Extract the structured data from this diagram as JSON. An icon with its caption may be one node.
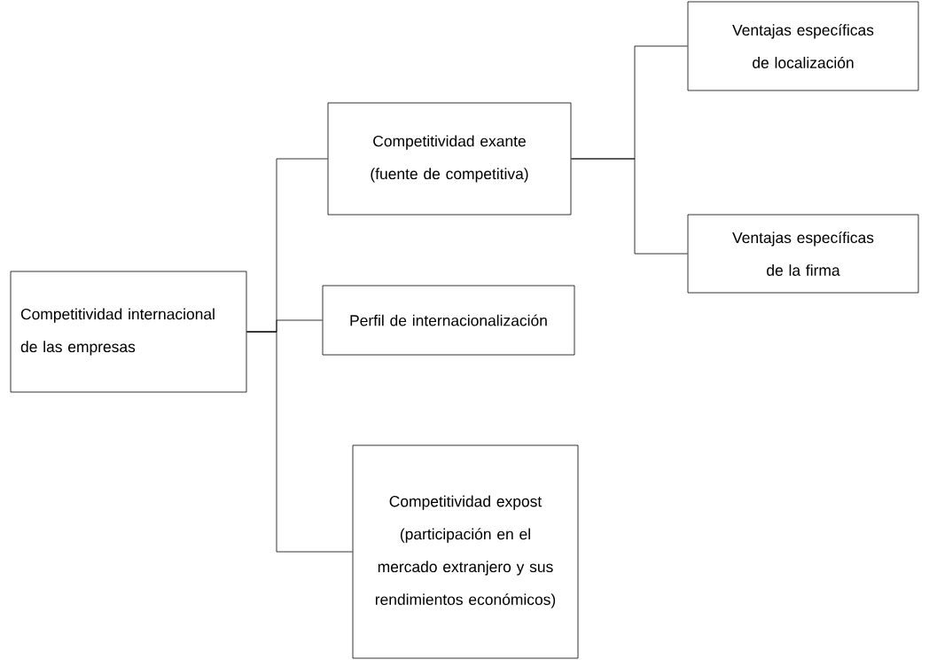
{
  "diagram": {
    "nodes": [
      {
        "text": [
          "Competitividad internacional de las empresas"
        ]
      },
      {
        "text": [
          "Competitividad exante (fuente de competitiva)"
        ]
      },
      {
        "text": [
          "Ventajas específicas de localización"
        ]
      },
      {
        "text": [
          "Ventajas específicas de la firma"
        ]
      },
      {
        "text": [
          "Perfil de internacionalización"
        ]
      },
      {
        "text": [
          "Competitividad expost (participación en el mercado extranjero y sus rendimientos económicos)"
        ]
      }
    ],
    "edges": [
      {
        "from": 0,
        "to": 1,
        "arrow": "none"
      },
      {
        "from": 0,
        "to": 4,
        "arrow": "none"
      },
      {
        "from": 0,
        "to": 5,
        "arrow": "none"
      },
      {
        "from": 1,
        "to": 2,
        "arrow": "none"
      },
      {
        "from": 1,
        "to": 3,
        "arrow": "none"
      }
    ]
  }
}
